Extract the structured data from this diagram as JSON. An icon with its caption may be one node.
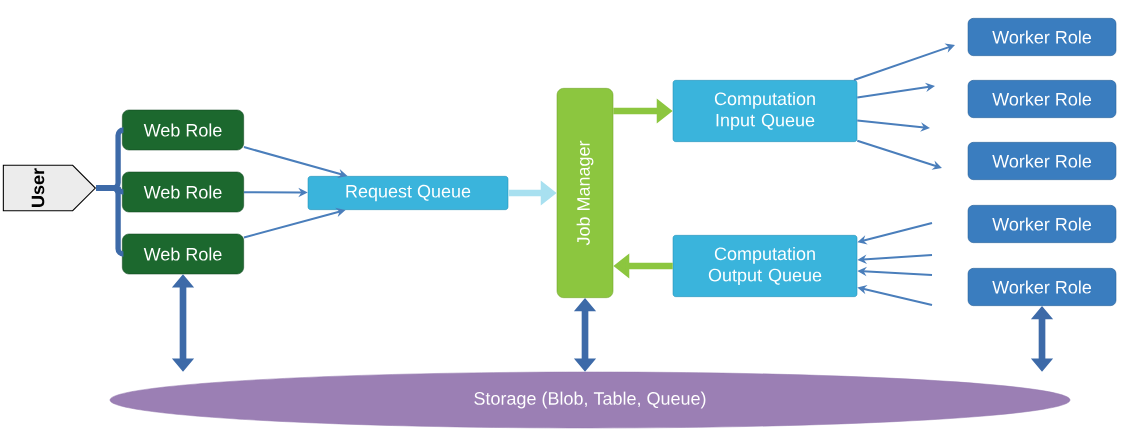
{
  "diagram": {
    "nodes": [
      {
        "text": [
          "User"
        ]
      },
      {
        "text": [
          "Web Role"
        ]
      },
      {
        "text": [
          "Web Role"
        ]
      },
      {
        "text": [
          "Web Role"
        ]
      },
      {
        "text": [
          "Request Queue"
        ]
      },
      {
        "text": [
          "Job Manager"
        ]
      },
      {
        "text": [
          "Computation Input Queue"
        ]
      },
      {
        "text": [
          "Computation Output Queue"
        ]
      },
      {
        "text": [
          "Worker Role"
        ]
      },
      {
        "text": [
          "Worker Role"
        ]
      },
      {
        "text": [
          "Worker Role"
        ]
      },
      {
        "text": [
          "Worker Role"
        ]
      },
      {
        "text": [
          "Worker Role"
        ]
      },
      {
        "text": [
          "Storage (Blob, Table, Queue)"
        ]
      }
    ],
    "edges": [
      {
        "from": 0,
        "to": 1,
        "arrow": "none",
        "style": "thick"
      },
      {
        "from": 0,
        "to": 2,
        "arrow": "none",
        "style": "thick"
      },
      {
        "from": 0,
        "to": 3,
        "arrow": "none",
        "style": "thick"
      },
      {
        "from": 1,
        "to": 4,
        "arrow": "to"
      },
      {
        "from": 2,
        "to": 4,
        "arrow": "to"
      },
      {
        "from": 3,
        "to": 4,
        "arrow": "to"
      },
      {
        "from": 4,
        "to": 5,
        "arrow": "to",
        "style": "thick",
        "color": "#a8e0f0"
      },
      {
        "from": 5,
        "to": 6,
        "arrow": "to",
        "style": "thick",
        "color": "#8cc63f"
      },
      {
        "from": 7,
        "to": 5,
        "arrow": "to",
        "style": "thick",
        "color": "#8cc63f"
      },
      {
        "from": 6,
        "to": null,
        "arrow": "to"
      },
      {
        "from": 6,
        "to": null,
        "arrow": "to"
      },
      {
        "from": 6,
        "to": null,
        "arrow": "to"
      },
      {
        "from": 6,
        "to": null,
        "arrow": "to"
      },
      {
        "from": null,
        "to": 7,
        "arrow": "to"
      },
      {
        "from": null,
        "to": 7,
        "arrow": "to"
      },
      {
        "from": null,
        "to": 7,
        "arrow": "to"
      },
      {
        "from": null,
        "to": 7,
        "arrow": "to"
      },
      {
        "from": 3,
        "to": 13,
        "arrow": "both",
        "style": "thick"
      },
      {
        "from": 5,
        "to": 13,
        "arrow": "both",
        "style": "thick"
      },
      {
        "from": 12,
        "to": 13,
        "arrow": "both",
        "style": "thick"
      }
    ]
  }
}
